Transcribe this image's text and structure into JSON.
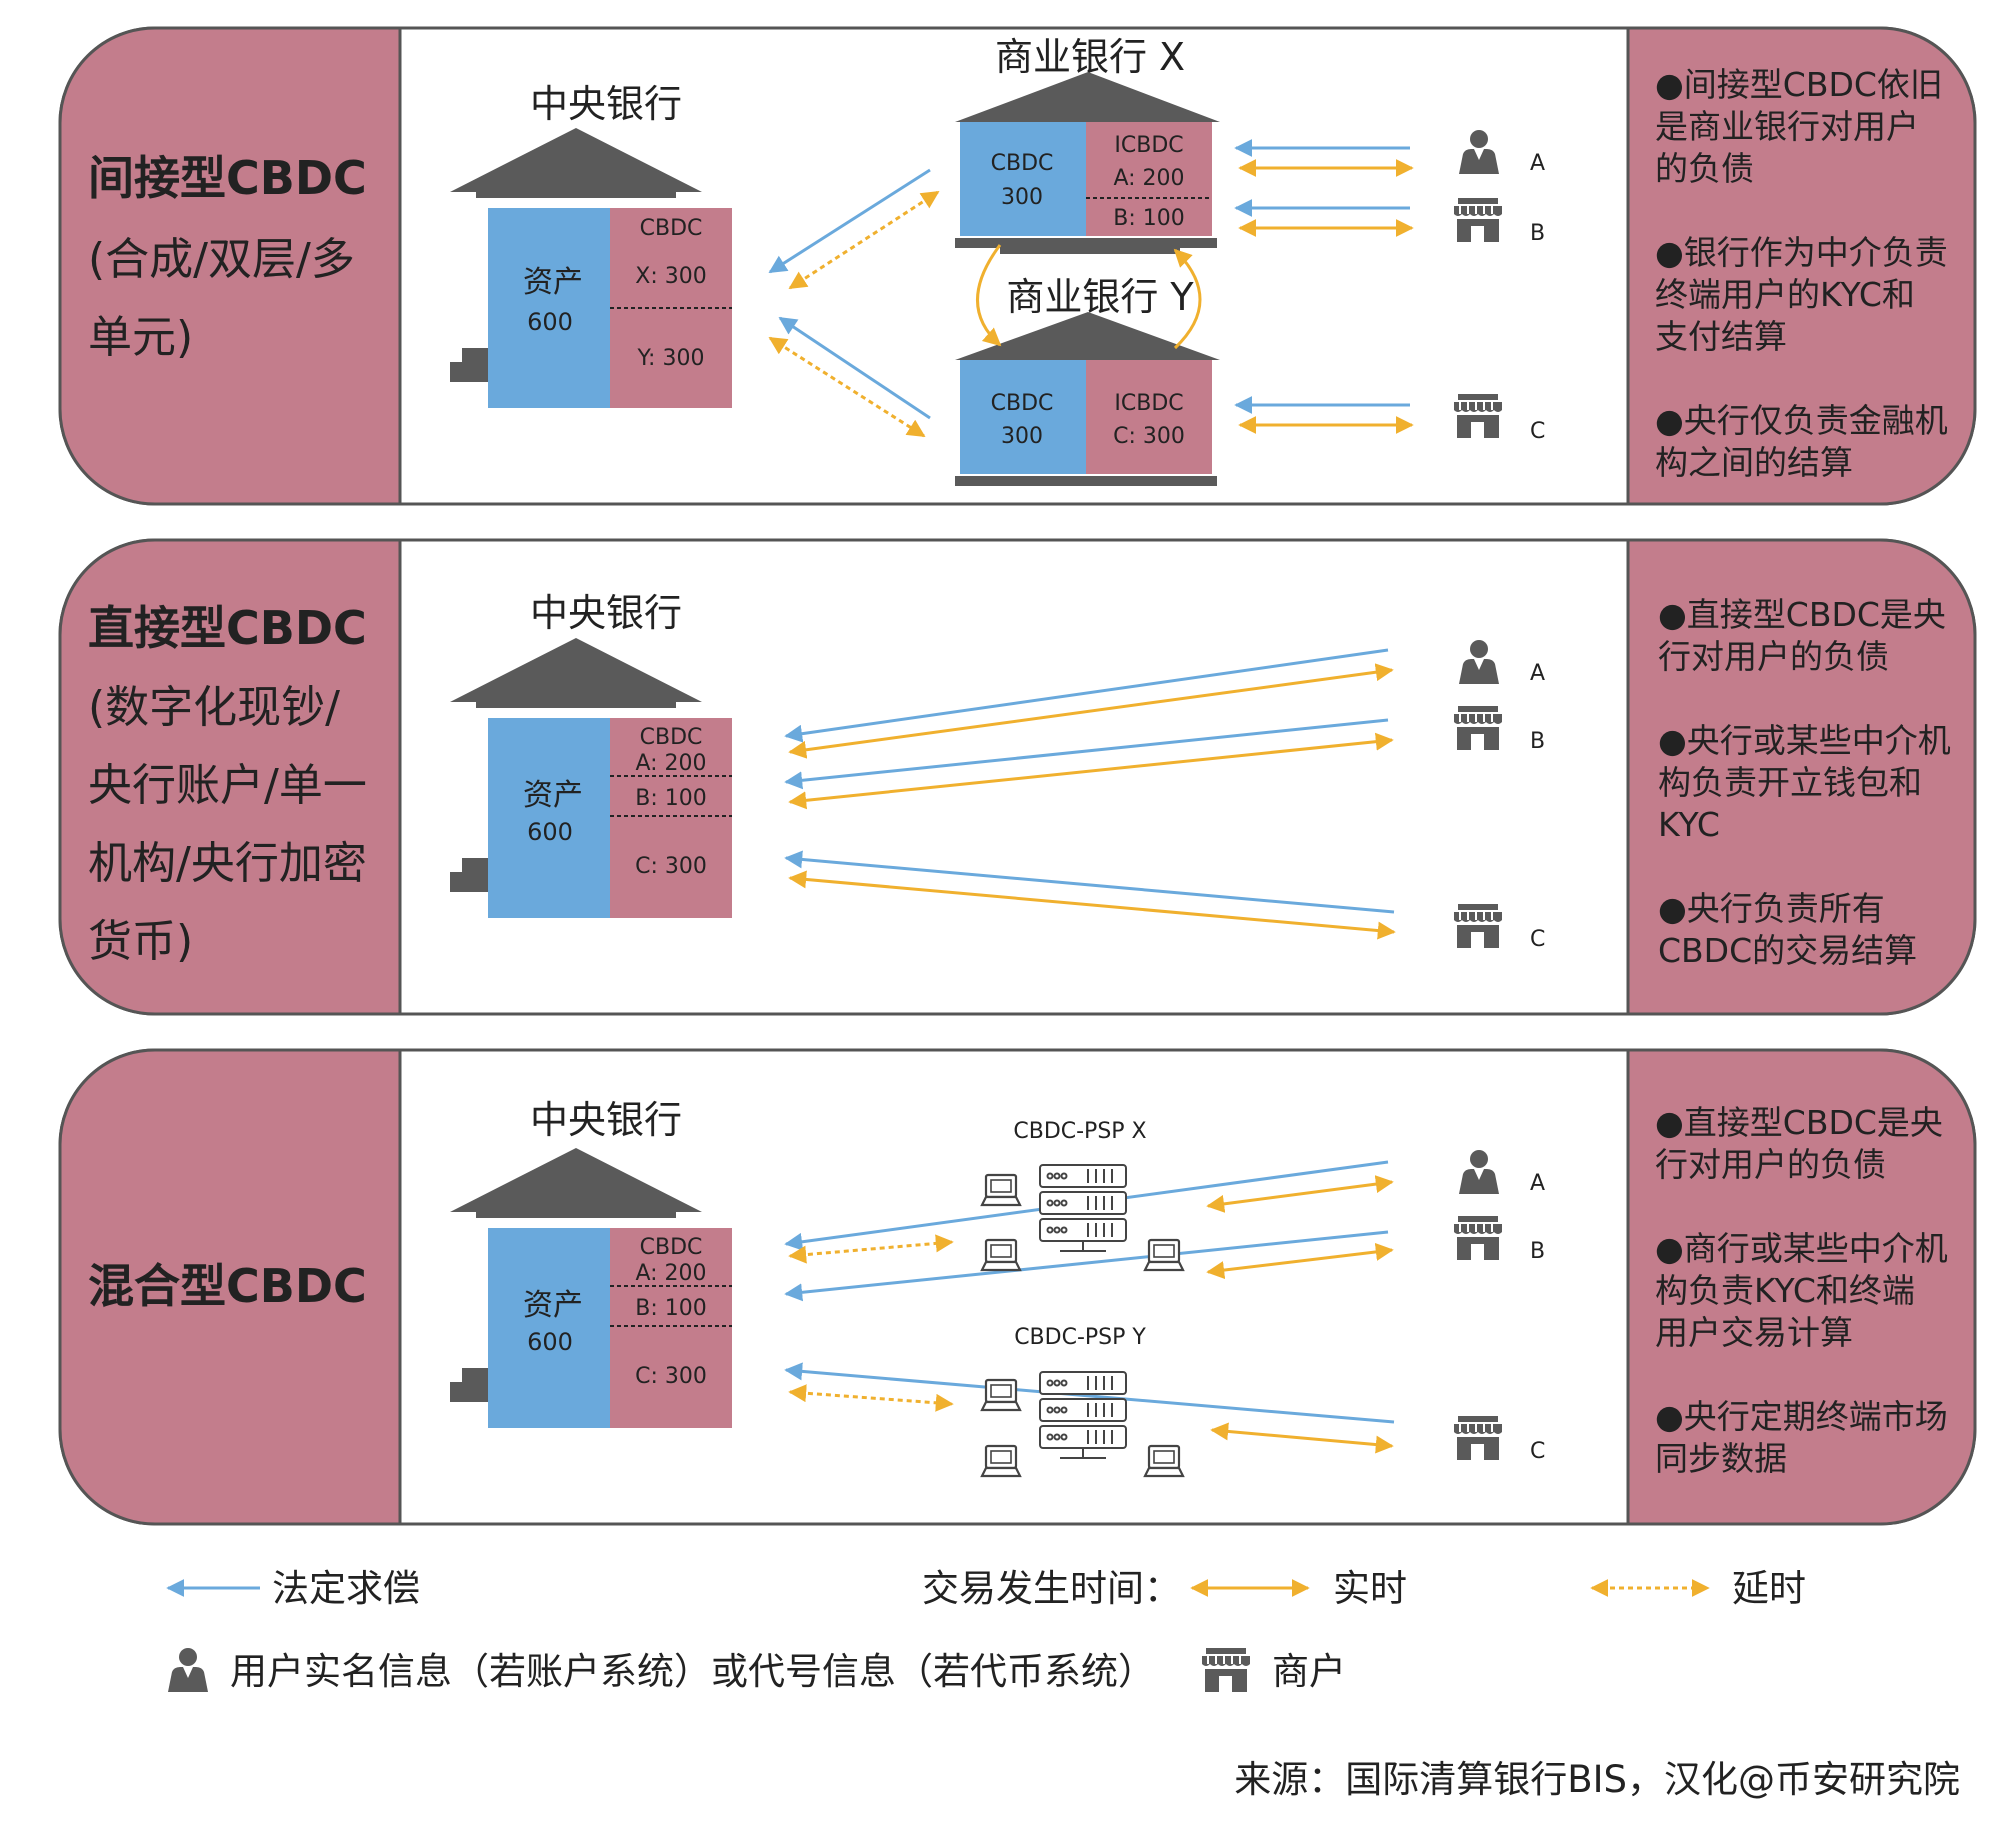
{
  "colors": {
    "panel_side": "#c37d8c",
    "panel_border": "#555555",
    "bank_roof": "#5a5a5a",
    "asset_blue": "#6aa9dc",
    "liability_pink": "#c37d8c",
    "legal_claim_arrow": "#6aa9dc",
    "payment_arrow": "#f0b02e"
  },
  "panels": [
    {
      "title": "间接型CBDC",
      "subtitle_lines": [
        "(合成/双层/多",
        "单元)"
      ],
      "central_bank": {
        "label": "中央银行",
        "asset": "资产",
        "asset_value": "600",
        "cbdc": "CBDC",
        "rows": [
          "X: 300",
          "Y: 300"
        ]
      },
      "bank_x": {
        "label": "商业银行 X",
        "cbdc": "CBDC",
        "cbdc_value": "300",
        "icbdc": "ICBDC",
        "rows": [
          "A: 200",
          "B: 100"
        ]
      },
      "bank_y": {
        "label": "商业银行 Y",
        "cbdc": "CBDC",
        "cbdc_value": "300",
        "icbdc": "ICBDC",
        "rows": [
          "C: 300"
        ]
      },
      "users": [
        "A",
        "B",
        "C"
      ],
      "notes": [
        [
          "●间接型CBDC依旧",
          "是商业银行对用户",
          "的负债"
        ],
        [
          "●银行作为中介负责",
          "终端用户的KYC和",
          "支付结算"
        ],
        [
          "●央行仅负责金融机",
          "构之间的结算"
        ]
      ]
    },
    {
      "title": "直接型CBDC",
      "subtitle_lines": [
        "(数字化现钞/",
        "央行账户/单一",
        "机构/央行加密",
        "货币)"
      ],
      "central_bank": {
        "label": "中央银行",
        "asset": "资产",
        "asset_value": "600",
        "cbdc": "CBDC",
        "rows": [
          "A: 200",
          "B: 100",
          "C: 300"
        ]
      },
      "users": [
        "A",
        "B",
        "C"
      ],
      "notes": [
        [
          "●直接型CBDC是央",
          "行对用户的负债"
        ],
        [
          "●央行或某些中介机",
          "构负责开立钱包和",
          "KYC"
        ],
        [
          "●央行负责所有",
          "CBDC的交易结算"
        ]
      ]
    },
    {
      "title": "混合型CBDC",
      "subtitle_lines": [],
      "central_bank": {
        "label": "中央银行",
        "asset": "资产",
        "asset_value": "600",
        "cbdc": "CBDC",
        "rows": [
          "A: 200",
          "B: 100",
          "C: 300"
        ]
      },
      "psp_x": "CBDC-PSP X",
      "psp_y": "CBDC-PSP Y",
      "users": [
        "A",
        "B",
        "C"
      ],
      "notes": [
        [
          "●直接型CBDC是央",
          "行对用户的负债"
        ],
        [
          "●商行或某些中介机",
          "构负责KYC和终端",
          "用户交易计算"
        ],
        [
          "●央行定期终端市场",
          "同步数据"
        ]
      ]
    }
  ],
  "legend": {
    "legal_claim": "法定求偿",
    "timing_label": "交易发生时间：",
    "realtime": "实时",
    "delayed": "延时",
    "user_info": "用户实名信息（若账户系统）或代号信息（若代币系统）",
    "merchant": "商户"
  },
  "source": "来源：国际清算银行BIS，汉化@币安研究院",
  "icons": [
    "person-icon",
    "shop-icon",
    "server-icon",
    "computer-icon"
  ]
}
